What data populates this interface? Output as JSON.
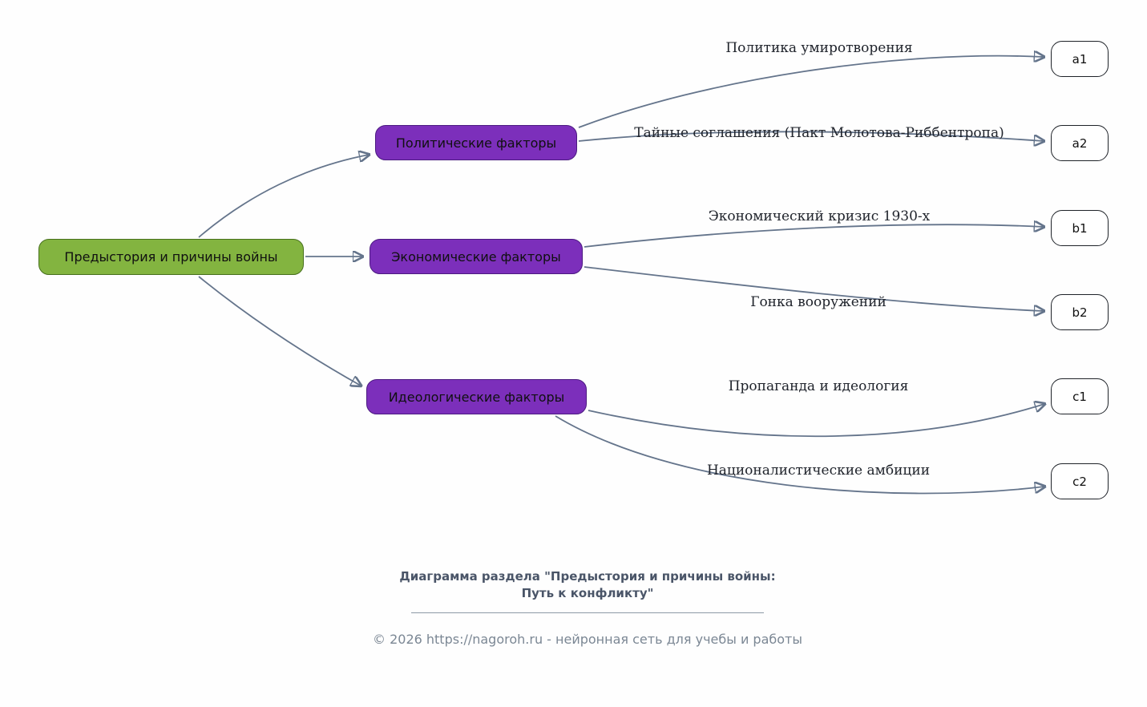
{
  "diagram": {
    "root": {
      "label": "Предыстория и причины войны",
      "fill": "#83b440"
    },
    "branch_fill": "#7c2fbb",
    "edge_color": "#64748b",
    "branches": [
      {
        "label": "Политические факторы",
        "children": [
          {
            "edge_label": "Политика умиротворения",
            "node": "a1"
          },
          {
            "edge_label": "Тайные соглашения (Пакт Молотова-Риббентропа)",
            "node": "a2"
          }
        ]
      },
      {
        "label": "Экономические факторы",
        "children": [
          {
            "edge_label": "Экономический кризис 1930-х",
            "node": "b1"
          },
          {
            "edge_label": "Гонка вооружений",
            "node": "b2"
          }
        ]
      },
      {
        "label": "Идеологические факторы",
        "children": [
          {
            "edge_label": "Пропаганда и идеология",
            "node": "c1"
          },
          {
            "edge_label": "Националистические амбиции",
            "node": "c2"
          }
        ]
      }
    ]
  },
  "footer": {
    "title": "Диаграмма раздела \"Предыстория и причины войны: Путь к конфликту\"",
    "copyright": "© 2026 https://nagoroh.ru - нейронная сеть для учебы и работы"
  }
}
